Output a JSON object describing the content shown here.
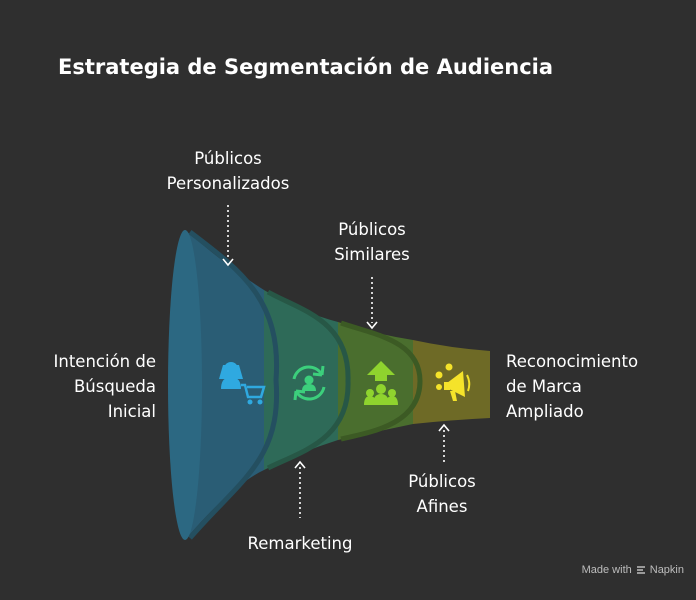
{
  "title": "Estrategia de Segmentación de Audiencia",
  "labels": {
    "left": "Intención de\nBúsqueda\nInicial",
    "right": "Reconocimiento\nde Marca\nAmpliado",
    "top1": "Públicos\nPersonalizados",
    "top2": "Públicos\nSimilares",
    "bottom1": "Remarketing",
    "bottom2": "Públicos\nAfines"
  },
  "segments": [
    {
      "name": "Públicos Personalizados",
      "color": "#2a5d75",
      "icon": "person-cart-icon",
      "icon_color": "#2fa9e0"
    },
    {
      "name": "Remarketing",
      "color": "#2e6a58",
      "icon": "retarget-cycle-icon",
      "icon_color": "#3ccf7c"
    },
    {
      "name": "Públicos Similares",
      "color": "#4a6e2e",
      "icon": "group-upload-icon",
      "icon_color": "#8fd32e"
    },
    {
      "name": "Públicos Afines",
      "color": "#6e6a26",
      "icon": "megaphone-icon",
      "icon_color": "#f5e32a"
    }
  ],
  "badge": {
    "prefix": "Made with",
    "brand": "Napkin"
  }
}
